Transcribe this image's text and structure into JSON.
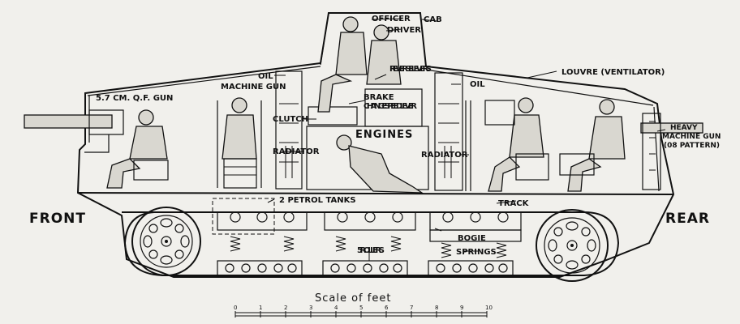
{
  "labels": {
    "officer": "OFFICER",
    "driver": "DRIVER",
    "cab": "CAB",
    "louvre": "LOUVRE (VENTILATOR)",
    "oil_left": "OIL",
    "oil_right": "OIL",
    "machine_gun": "MACHINE GUN",
    "qf_gun": "5.7 CM. Q.F. GUN",
    "reverse_levers": "REVERSE LEVERS",
    "brake": "BRAKE",
    "change_speed_lever": "CHANGE SPEED LEVER",
    "clutch": "CLUTCH",
    "engines": "ENGINES",
    "radiator_left": "RADIATOR",
    "radiator_right": "RADIATOR",
    "heavy_mg_1": "HEAVY",
    "heavy_mg_2": "MACHINE GUN",
    "heavy_mg_3": "(08 PATTERN)",
    "petrol_tanks": "2 PETROL TANKS",
    "track": "TRACK",
    "bogie": "BOGIE",
    "rollers": "5 ROLLERS",
    "springs": "SPRINGS",
    "front": "FRONT",
    "rear": "REAR"
  },
  "scale": {
    "title": "Scale of feet",
    "ticks": [
      "0",
      "1",
      "2",
      "3",
      "4",
      "5",
      "6",
      "7",
      "8",
      "9",
      "10"
    ]
  }
}
